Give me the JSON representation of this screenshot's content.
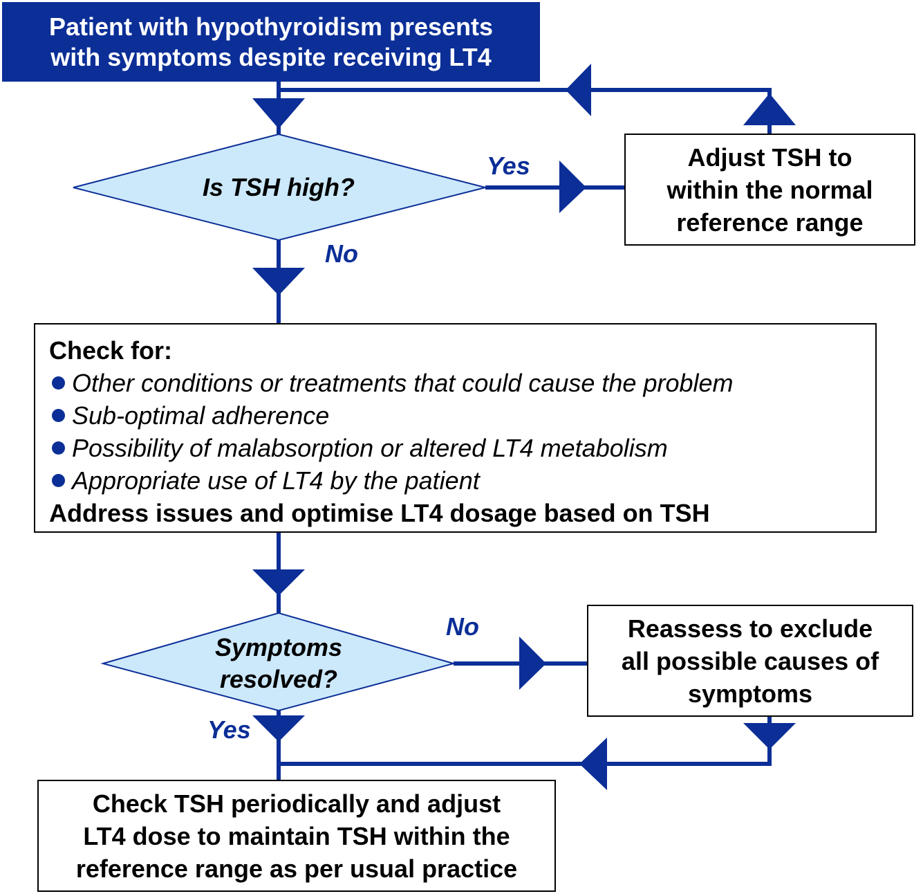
{
  "colors": {
    "accent_blue": "#0b2e97",
    "decision_fill": "#cce8fb",
    "box_border": "#000000"
  },
  "start": {
    "lines": [
      "Patient with hypothyroidism presents",
      "with symptoms despite receiving LT4"
    ]
  },
  "decision_tsh": {
    "label": "Is TSH high?",
    "yes_label": "Yes",
    "no_label": "No"
  },
  "adjust_tsh": {
    "lines": [
      "Adjust TSH to",
      "within the normal",
      "reference range"
    ]
  },
  "check": {
    "heading": "Check for:",
    "items": [
      "Other conditions or treatments that could cause the problem",
      "Sub-optimal adherence",
      "Possibility of malabsorption or altered LT4 metabolism",
      "Appropriate use of LT4 by the patient"
    ],
    "footer": "Address issues and optimise LT4 dosage based on TSH"
  },
  "decision_symptoms": {
    "lines": [
      "Symptoms",
      "resolved?"
    ],
    "no_label": "No",
    "yes_label": "Yes"
  },
  "reassess": {
    "lines": [
      "Reassess to exclude",
      "all possible causes of",
      "symptoms"
    ]
  },
  "final": {
    "lines": [
      "Check TSH periodically and adjust",
      "LT4 dose to maintain TSH within the",
      "reference range as per usual practice"
    ]
  }
}
